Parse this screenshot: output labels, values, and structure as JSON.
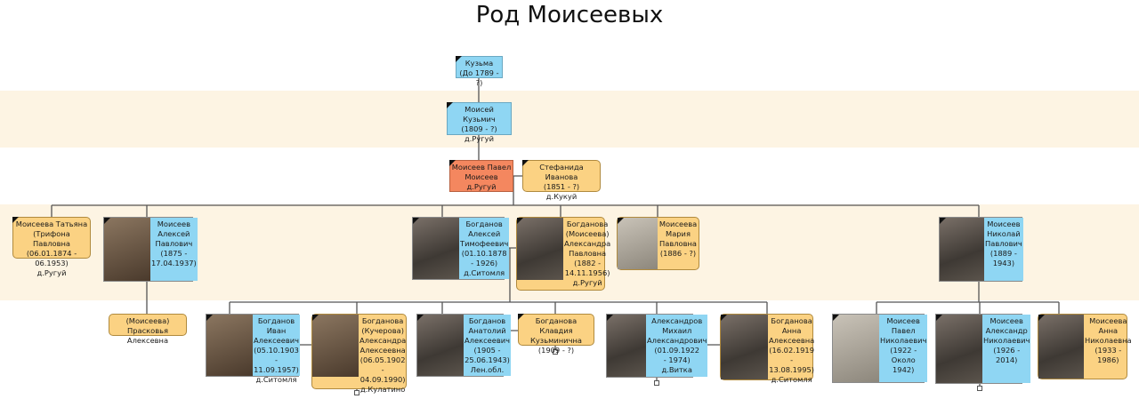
{
  "title": "Род Моисеевых",
  "persons": {
    "kuzma": [
      "Кузьма",
      "(До 1789 - ?)"
    ],
    "moisey": [
      "Моисей Кузьмич",
      "(1809 - ?)",
      "д.Ругуй"
    ],
    "pavel": [
      "Моисеев Павел",
      "Моисеев",
      "д.Ругуй"
    ],
    "stefanida": [
      "Стефанида Иванова",
      "(1851 - ?)",
      "д.Кукуй"
    ],
    "tatyana": [
      "Моисеева Татьяна",
      "(Трифона Павловна",
      "(06.01.1874 - 06.1953)",
      "д.Ругуй"
    ],
    "aleksey_p": [
      "Моисеев",
      "Алексей",
      "Павлович",
      "(1875 -",
      "17.04.1937)"
    ],
    "bogdanov_a": [
      "Богданов",
      "Алексей",
      "Тимофеевич",
      "(01.10.1878",
      "- 1926)",
      "д.Ситомля"
    ],
    "aleksandra_p": [
      "Богданова",
      "(Моисеева)",
      "Александра",
      "Павловна",
      "(1882 -",
      "14.11.1956)",
      "д.Ругуй"
    ],
    "maria": [
      "Моисеева",
      "Мария",
      "Павловна",
      "(1886 - ?)"
    ],
    "nikolay": [
      "Моисеев",
      "Николай",
      "Павлович",
      "(1889 -",
      "1943)"
    ],
    "praskovya": [
      "(Моисеева) Прасковья",
      "Алексевна"
    ],
    "ivan": [
      "Богданов",
      "Иван",
      "Алексеевич",
      "(05.10.1903",
      "- 11.09.1957)",
      "д.Ситомля"
    ],
    "aleksandra_k": [
      "Богданова",
      "(Кучерова)",
      "Александра",
      "Алексеевна",
      "(06.05.1902",
      "- 04.09.1990)",
      "д.Кулатино"
    ],
    "anatoly": [
      "Богданов",
      "Анатолий",
      "Алексеевич",
      "(1905 -",
      "25.06.1943)",
      "Лен.обл."
    ],
    "klavdia": [
      "Богданова Клавдия",
      "Кузьминична",
      "(1909 - ?)"
    ],
    "mikhail": [
      "Александров",
      "Михаил",
      "Александрович",
      "(01.09.1922",
      "- 1974)",
      "д.Витка"
    ],
    "anna_b": [
      "Богданова",
      "Анна",
      "Алексеевна",
      "(16.02.1919",
      "- 13.08.1995)",
      "д.Ситомля"
    ],
    "pavel_n": [
      "Моисеев",
      "Павел",
      "Николаевич",
      "(1922 -",
      "Около 1942)"
    ],
    "aleksandr_n": [
      "Моисеев",
      "Александр",
      "Николаевич",
      "(1926 -",
      "2014)"
    ],
    "anna_n": [
      "Моисеева",
      "Анна",
      "Николаевна",
      "(1933 -",
      "1986)"
    ]
  },
  "colors": {
    "male": "#8fd6f3",
    "female": "#fbd283",
    "root": "#f4875f",
    "band": "#fdf4e3"
  }
}
